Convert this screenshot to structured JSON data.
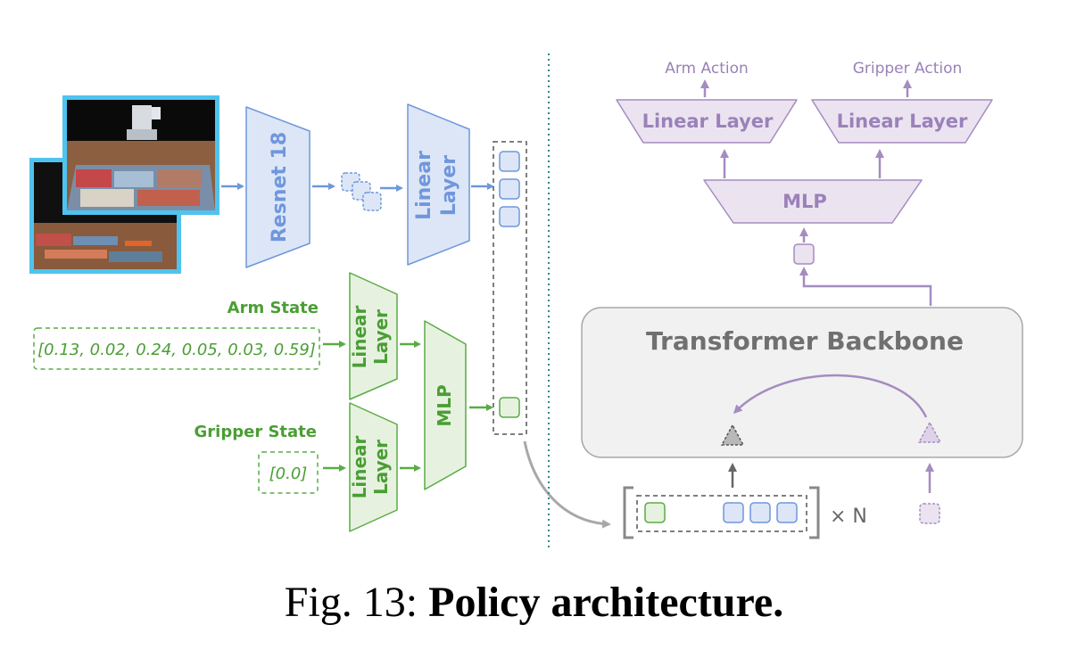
{
  "colors": {
    "blue_fill": "#dde6f7",
    "blue_stroke": "#6f97dc",
    "green_fill": "#e6f2df",
    "green_stroke": "#5aab45",
    "green_text": "#4a9e34",
    "purple_fill": "#ece3f1",
    "purple_stroke": "#a58cc0",
    "purple_text": "#9a82b8",
    "gray_fill": "#f1f1f1",
    "gray_stroke": "#a8a8a8",
    "gray_text": "#707070",
    "cyan": "#4fc3ef",
    "divider": "#2f8890"
  },
  "left": {
    "resnet_label": "Resnet 18",
    "linear_label_1": "Linear",
    "linear_label_2": "Layer",
    "arm_state_title": "Arm State",
    "arm_state_value": "[0.13, 0.02, 0.24, 0.05, 0.03, 0.59]",
    "gripper_state_title": "Gripper State",
    "gripper_state_value": "[0.0]",
    "mlp_label": "MLP"
  },
  "right": {
    "arm_action": "Arm Action",
    "gripper_action": "Gripper Action",
    "linear_layer": "Linear Layer",
    "mlp_label": "MLP",
    "backbone_label": "Transformer Backbone",
    "repeat_label": "× N"
  },
  "caption": {
    "prefix": "Fig. 13: ",
    "title": "Policy architecture."
  }
}
